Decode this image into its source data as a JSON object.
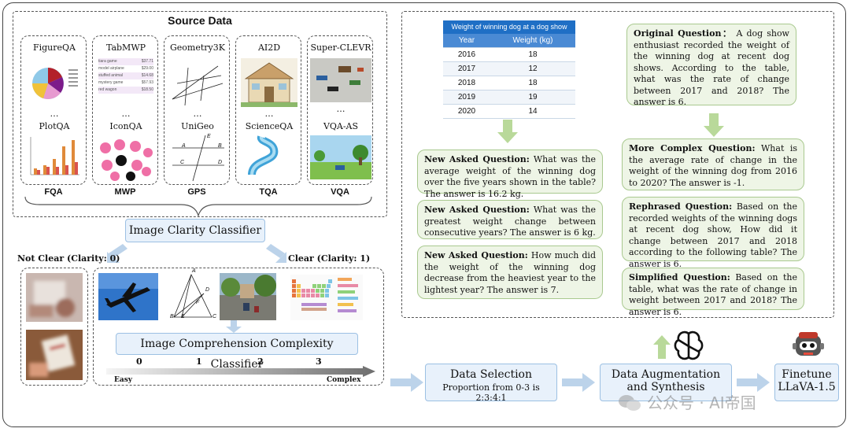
{
  "source": {
    "title": "Source Data",
    "top_labels": [
      "FigureQA",
      "TabMWP",
      "Geometry3K",
      "AI2D",
      "Super-CLEVR"
    ],
    "dots": "…",
    "bottom_labels": [
      "PlotQA",
      "IconQA",
      "UniGeo",
      "ScienceQA",
      "VQA-AS"
    ],
    "abbrs": [
      "FQA",
      "MWP",
      "GPS",
      "TQA",
      "VQA"
    ],
    "tabmwp_rows": [
      {
        "item": "tiara game",
        "price": "$37.71"
      },
      {
        "item": "model airplane",
        "price": "$29.00"
      },
      {
        "item": "stuffed animal",
        "price": "$14.68"
      },
      {
        "item": "mystery game",
        "price": "$57.93"
      },
      {
        "item": "red wagon",
        "price": "$18.50"
      }
    ],
    "geo_letters": [
      "A",
      "B",
      "C",
      "D",
      "E"
    ]
  },
  "clarity": {
    "classifier_label": "Image Clarity Classifier",
    "not_clear_label": "Not Clear (Clarity: 0)",
    "clear_label": "Clear (Clarity: 1)"
  },
  "complexity": {
    "classifier_label": "Image Comprehension Complexity Classifier",
    "ticks": [
      "0",
      "1",
      "2",
      "3"
    ],
    "easy_label": "Easy",
    "complex_label": "Complex",
    "triangle_letters": [
      "A",
      "B",
      "C",
      "D",
      "E",
      "F"
    ]
  },
  "table": {
    "title": "Weight of winning dog at a dog show",
    "headers": [
      "Year",
      "Weight (kg)"
    ],
    "rows": [
      [
        "2016",
        "18"
      ],
      [
        "2017",
        "12"
      ],
      [
        "2018",
        "18"
      ],
      [
        "2019",
        "19"
      ],
      [
        "2020",
        "14"
      ]
    ]
  },
  "left_questions": [
    {
      "label": "New Asked Question:",
      "text": " What was the average weight of the winning dog over the five years shown in the table? The answer is 16.2 kg."
    },
    {
      "label": "New Asked Question:",
      "text": " What was the greatest weight change between consecutive years? The answer is 6 kg."
    },
    {
      "label": "New Asked Question:",
      "text": " How much did the weight of the winning dog decrease from the heaviest year to the lightest year? The answer is 7."
    }
  ],
  "original_question": {
    "label": "Original Question：",
    "text": " A dog show enthusiast recorded the weight of the winning dog at recent dog shows. According to the table, what was the rate of change between 2017 and 2018? The answer is 6."
  },
  "right_questions": [
    {
      "label": "More Complex Question:",
      "text": " What is the average rate of change in the weight of the winning dog from 2016 to 2020? The answer is -1."
    },
    {
      "label": "Rephrased Question:",
      "text": " Based on the recorded weights of the winning dogs at recent dog show, How did it change between 2017 and 2018 according to the following table? The answer is 6."
    },
    {
      "label": "Simplified Question:",
      "text": " Based on the table, what was the rate of change in weight between 2017 and 2018? The answer is 6."
    }
  ],
  "pipeline": {
    "selection_title": "Data Selection",
    "selection_sub": "Proportion from 0-3 is 2:3:4:1",
    "augment_line1": "Data Augmentation",
    "augment_line2": "and Synthesis",
    "finetune_line1": "Finetune",
    "finetune_line2": "LLaVA-1.5"
  },
  "watermark": "公众号 · AI帝国",
  "colors": {
    "green_fill": "#eef5e6",
    "green_border": "#a9c98f",
    "blue_fill": "#e8f1fb",
    "blue_border": "#9cc0e3",
    "table_header": "#1f6fc5",
    "arrow": "#bcd3ea",
    "green_arrow": "#b9d99a"
  }
}
